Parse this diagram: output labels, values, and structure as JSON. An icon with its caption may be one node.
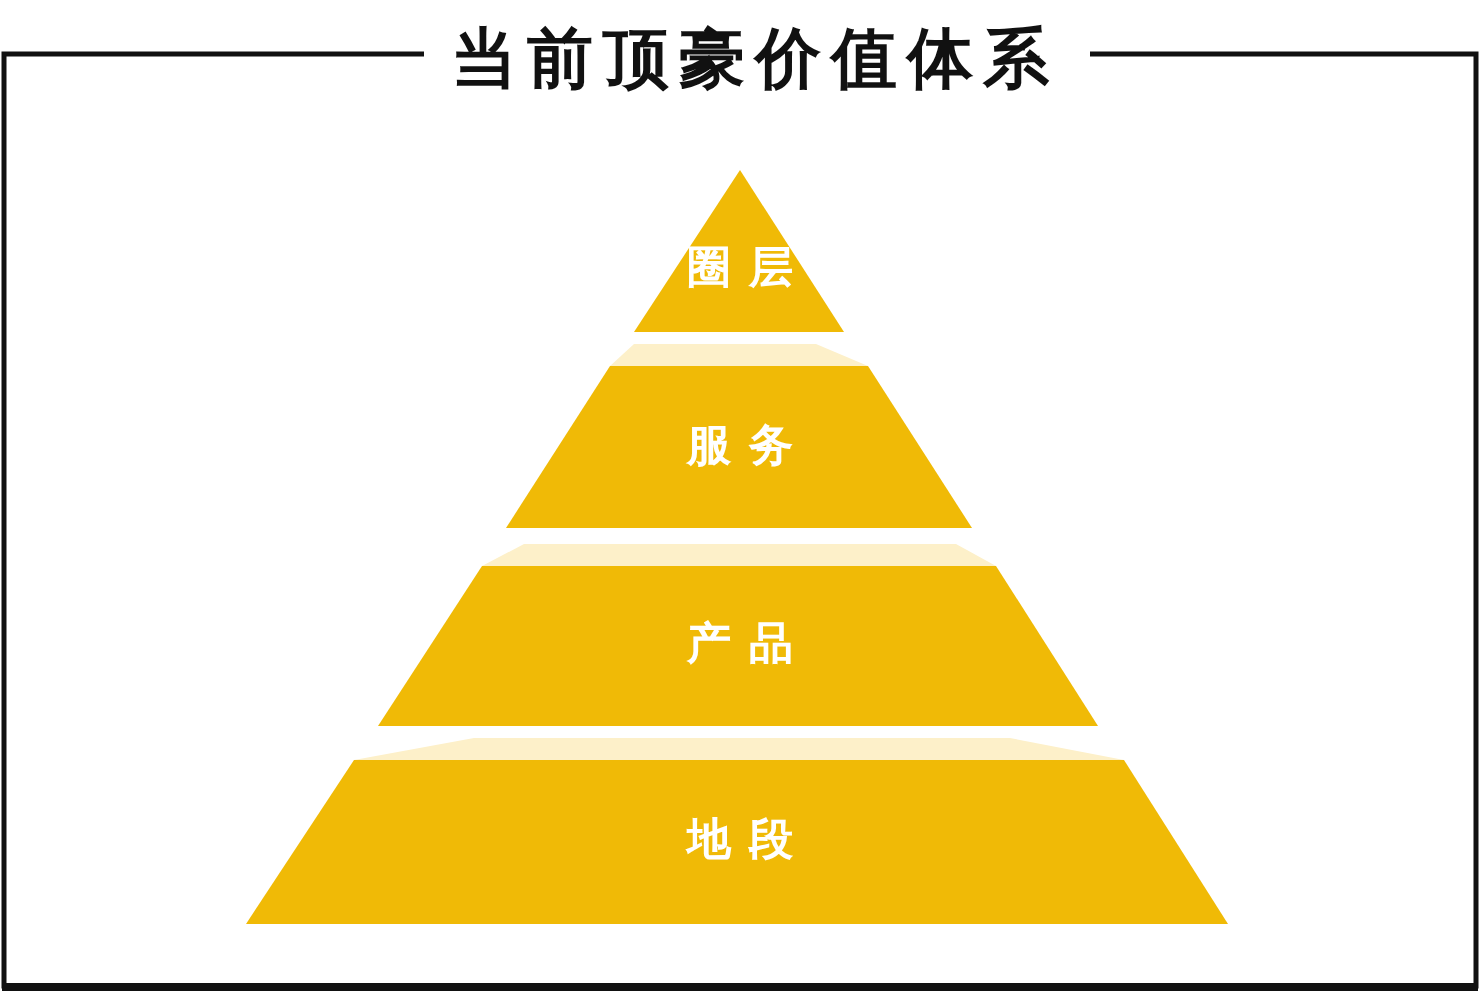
{
  "diagram": {
    "title": "当前顶豪价值体系",
    "nodes": [
      {
        "text": [
          "圈层"
        ]
      },
      {
        "text": [
          "服务"
        ]
      },
      {
        "text": [
          "产品"
        ]
      },
      {
        "text": [
          "地段"
        ]
      }
    ]
  }
}
